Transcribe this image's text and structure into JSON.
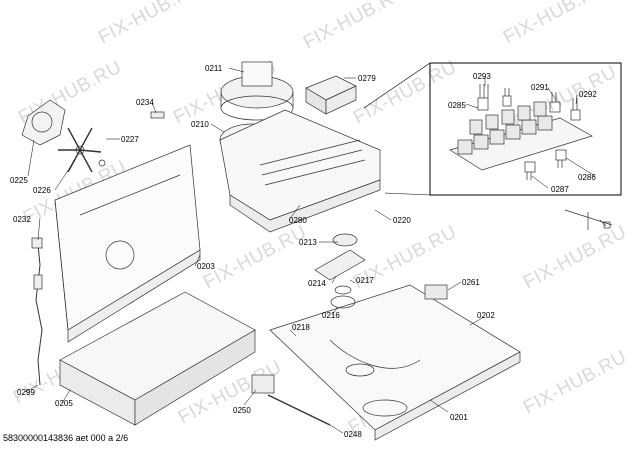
{
  "watermark": "FIX-HUB.RU",
  "footer": "58300000143836 aet 000 a 2/6",
  "parts": {
    "p0211": "0211",
    "p0279": "0279",
    "p0234": "0234",
    "p0210": "0210",
    "p0227": "0227",
    "p0225": "0225",
    "p0226": "0226",
    "p0232": "0232",
    "p0280": "0280",
    "p0220": "0220",
    "p0213": "0213",
    "p0203": "0203",
    "p0214": "0214",
    "p0217": "0217",
    "p0216": "0216",
    "p0261": "0261",
    "p0218": "0218",
    "p0202": "0202",
    "p0299": "0299",
    "p0205": "0205",
    "p0250": "0250",
    "p0201": "0201",
    "p0248": "0248",
    "p0293": "0293",
    "p0291": "0291",
    "p0292": "0292",
    "p0285": "0285",
    "p0286": "0286",
    "p0287": "0287"
  }
}
